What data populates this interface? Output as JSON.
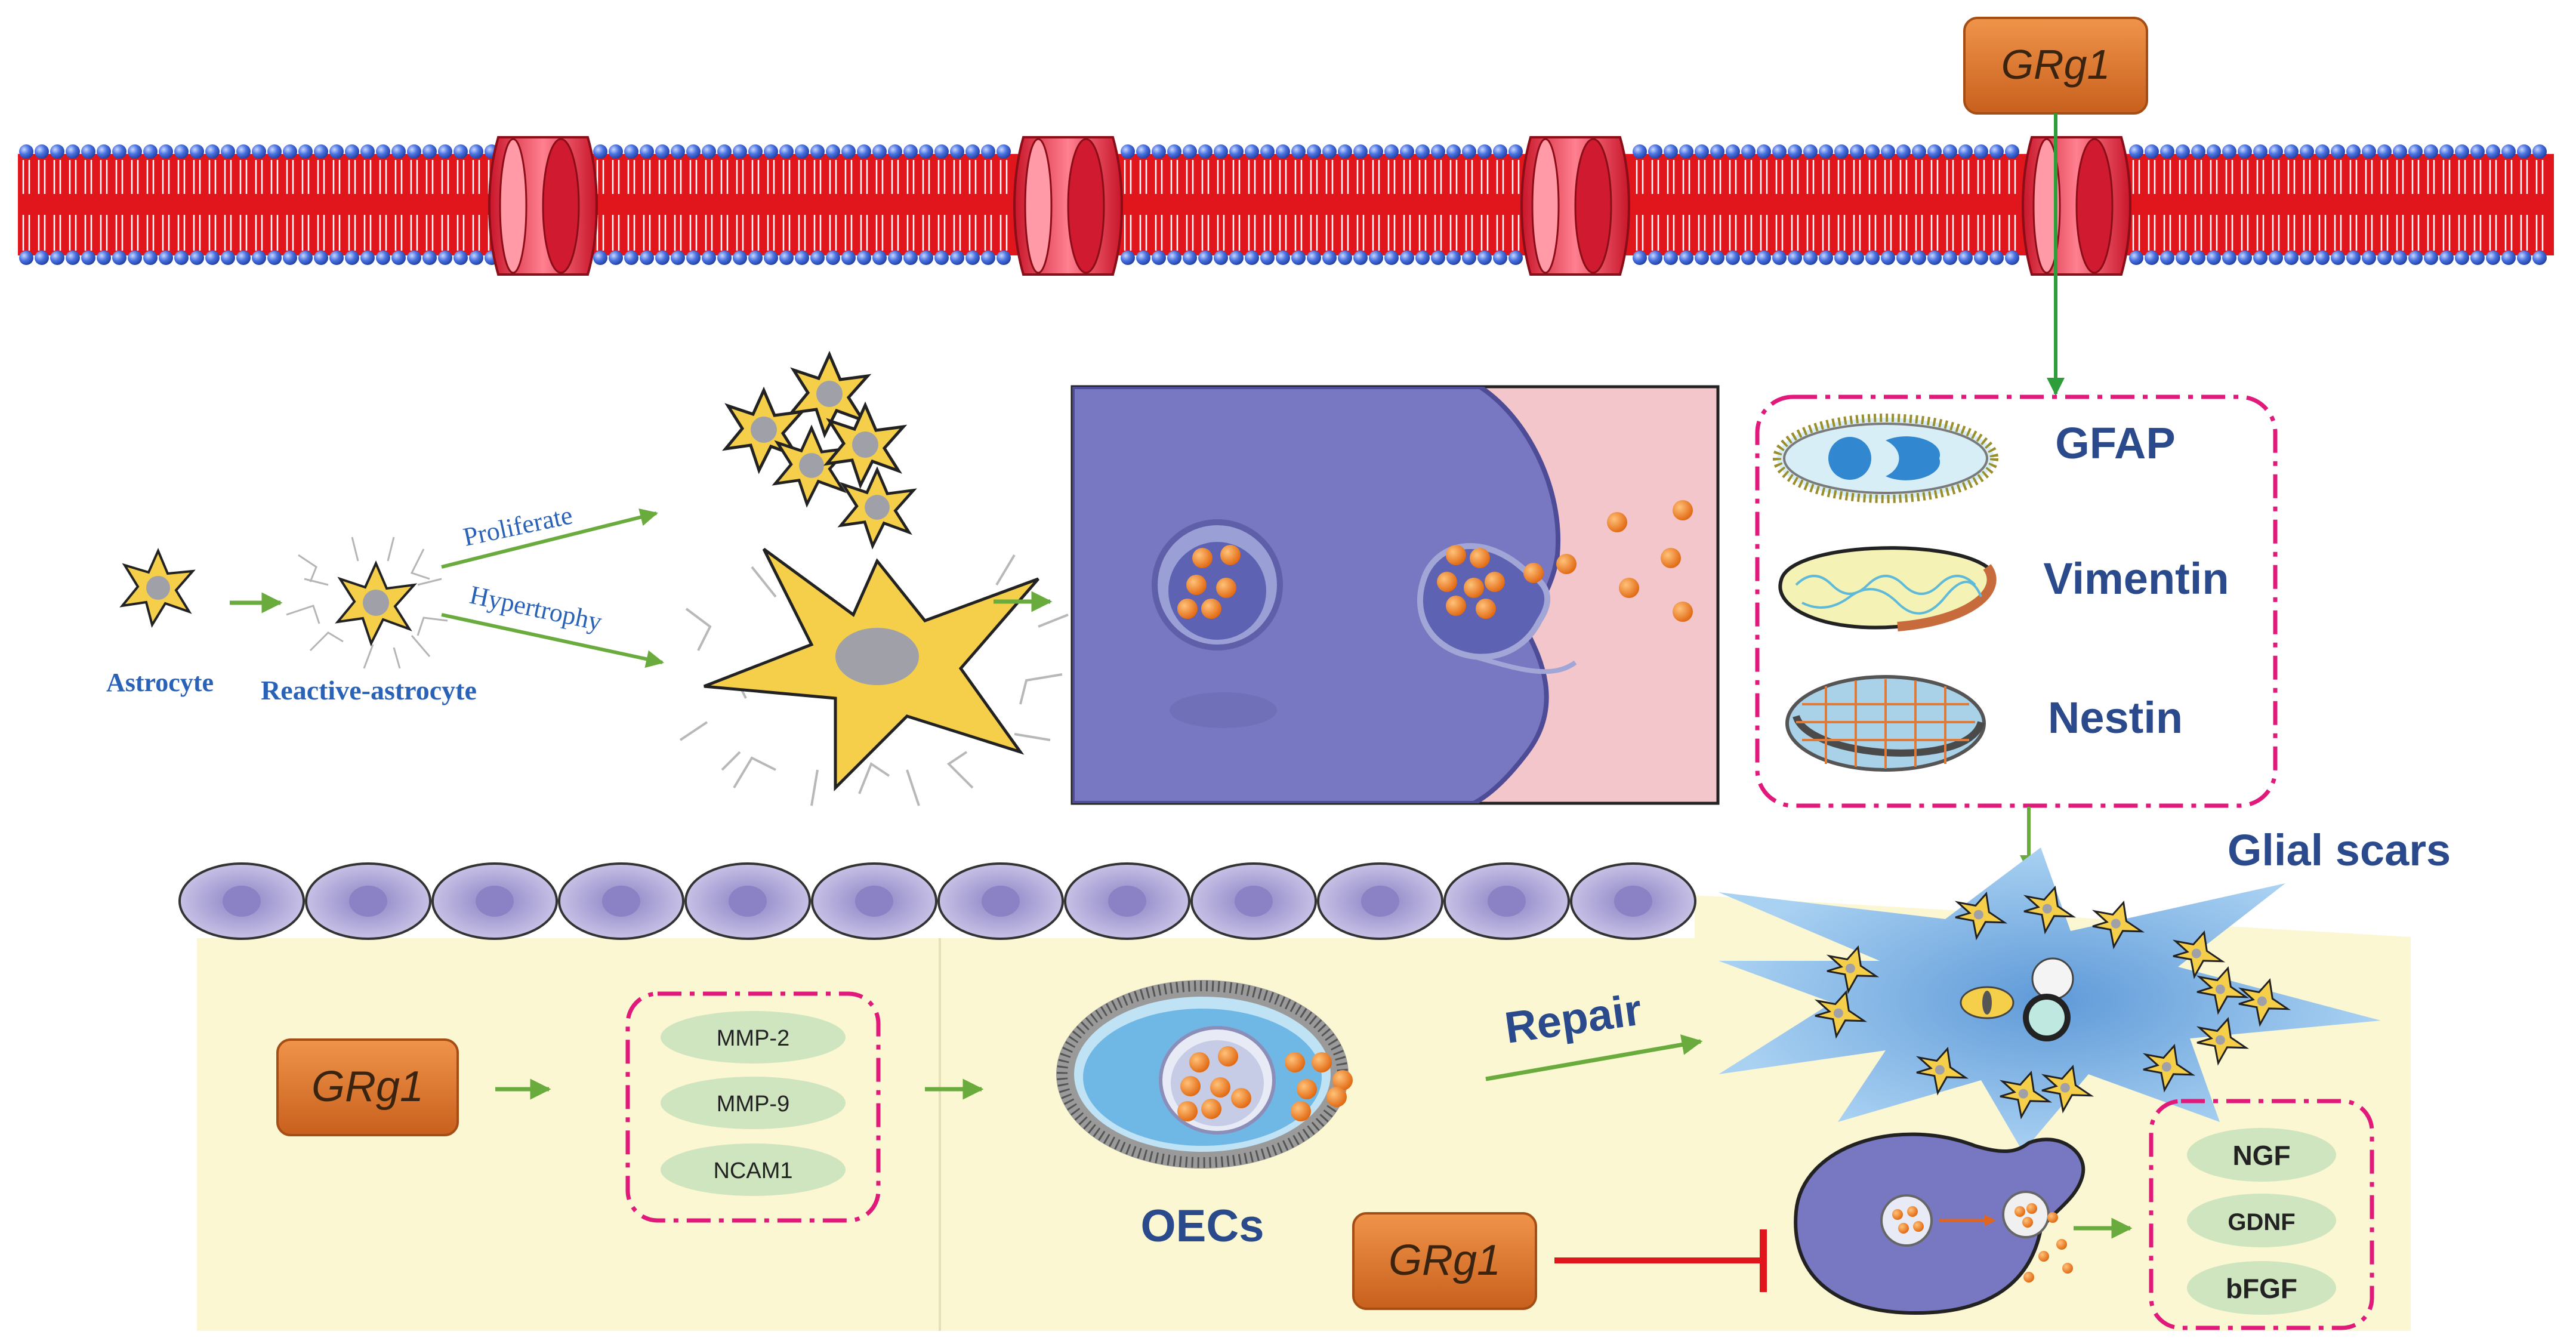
{
  "labels": {
    "grg1": "GRg1",
    "astrocyte": "Astrocyte",
    "reactive_astrocyte": "Reactive-astrocyte",
    "proliferate": "Proliferate",
    "hypertrophy": "Hypertrophy",
    "gfap": "GFAP",
    "vimentin": "Vimentin",
    "nestin": "Nestin",
    "glial_scars": "Glial scars",
    "repair": "Repair",
    "oecs": "OECs",
    "mmp2": "MMP-2",
    "mmp9": "MMP-9",
    "ncam1": "NCAM1",
    "ngf": "NGF",
    "gdnf": "GDNF",
    "bfgf": "bFGF"
  },
  "colors": {
    "membrane_red": "#e0161c",
    "head_blue": "#3c63d6",
    "channel_pink": "#ee5d72",
    "grg1_orange": "#e0792c",
    "arrow_green": "#6aab3d",
    "inhibit_red": "#e0161c",
    "dashed_pink": "#e0197a",
    "label_blue": "#2a4a8c",
    "panel_yellow": "#fbf7d2",
    "scar_blue": "#8fc0ea",
    "pill_green": "#cfe5bf",
    "astro_yellow": "#f6cf4a"
  },
  "icons": {
    "channel": "membrane-channel-icon",
    "astrocyte": "star-astrocyte-icon",
    "vesicle": "vesicle-icon"
  }
}
